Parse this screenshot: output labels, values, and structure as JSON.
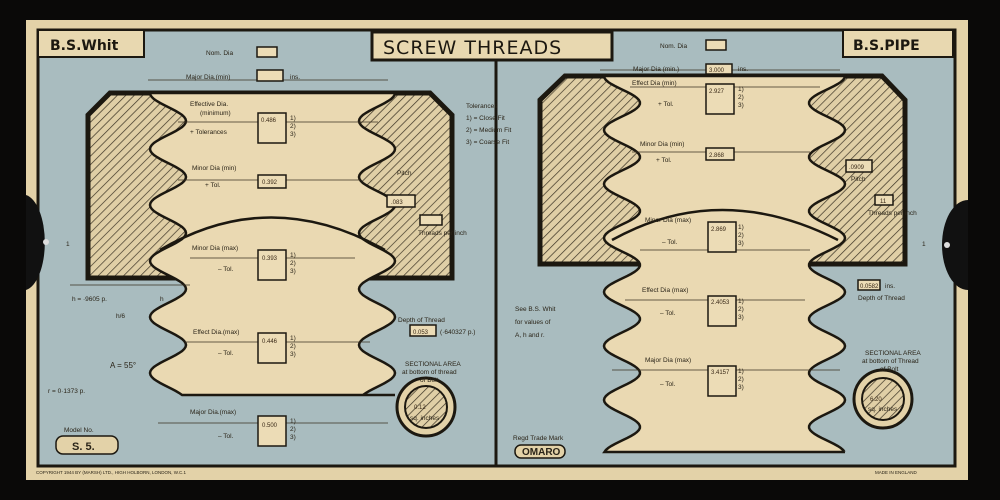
{
  "card": {
    "title": "SCREW THREADS",
    "left_label": "B.S.Whit",
    "right_label": "B.S.PIPE",
    "model_label": "Model No.",
    "model_value": "S. 5.",
    "copyright": "COPYRIGHT 1944 BY (MARSH) LTD., HIGH HOLBORN, LONDON, W.C.1",
    "made_in": "MADE IN ENGLAND",
    "trade_mark_label": "Regd Trade Mark",
    "trade_mark": "OMARO",
    "ins": "ins.",
    "tol_marks": [
      "1)",
      "2)",
      "3)"
    ],
    "side_mark": "1"
  },
  "tolerances": {
    "heading": "Tolerances",
    "items": [
      "1) = Close Fit",
      "2) = Medium Fit",
      "3) = Coarse Fit"
    ]
  },
  "whit": {
    "nom_dia": "Nom. Dia",
    "major_dia_min": "Major Dia.(min)",
    "effective_dia_min": "Effective Dia.",
    "effective_dia_min_sub": "(minimum)",
    "effective_value": "0.486",
    "plus_tolerances": "+ Tolerances",
    "minor_dia_min": "Minor Dia (min)",
    "minor_min_value": "0.392",
    "plus_tol": "+ Tol.",
    "pitch": "Pitch",
    "pitch_value": ".083",
    "threads_per_inch": "Threads per inch",
    "minor_dia_max": "Minor Dia (max)",
    "minor_max_value": "0.393",
    "minus_tol": "– Tol.",
    "h_formula": "h = ·9605 p.",
    "h_label": "h",
    "h6": "h/6",
    "a_formula": "A = 55°",
    "r_formula": "r = 0·1373 p.",
    "effect_dia_max": "Effect Dia.(max)",
    "effect_max_value": "0.446",
    "depth_label": "Depth of Thread",
    "depth_value": "0.053",
    "depth_formula": "(·640327 p.)",
    "major_dia_max": "Major Dia.(max)",
    "major_max_value": "0.500",
    "sectional_area": [
      "SECTIONAL AREA",
      "at bottom of thread",
      "of Bolt"
    ],
    "sq_inches": "sq. inches",
    "area_value": "0.12"
  },
  "pipe": {
    "nom_dia": "Nom. Dia",
    "major_dia_min": "Major Dia (min.)",
    "major_min_value": "3.000",
    "effect_dia_min": "Effect Dia (min)",
    "effect_min_value": "2.927",
    "plus_tol": "+ Tol.",
    "minor_dia_min": "Minor Dia (min)",
    "minor_min_value": "2.868",
    "pitch": "Pitch",
    "pitch_value": ".0909",
    "threads": "11",
    "threads_per_inch": "Threads per inch",
    "minor_dia_max": "Minor Dia (max)",
    "minor_max_value": "2.869",
    "minus_tol": "– Tol.",
    "effect_dia_max": "Effect Dia (max)",
    "effect_max_value": "2.4053",
    "major_dia_max": "Major Dia (max)",
    "major_max_value": "3.4157",
    "depth_value": "0.0582",
    "depth_label": "Depth of Thread",
    "see_note": [
      "See B.S. Whit",
      "for values of",
      "A, h and r."
    ],
    "sectional_area": [
      "SECTIONAL AREA",
      "at bottom of Thread",
      "of Bolt"
    ],
    "sq_inches": "sq. inches",
    "area_value": "6.20"
  },
  "colors": {
    "card": "#e3d2a8",
    "panel": "#a9bcbf",
    "bolt": "#ead9b2",
    "ink": "#1c1810"
  }
}
